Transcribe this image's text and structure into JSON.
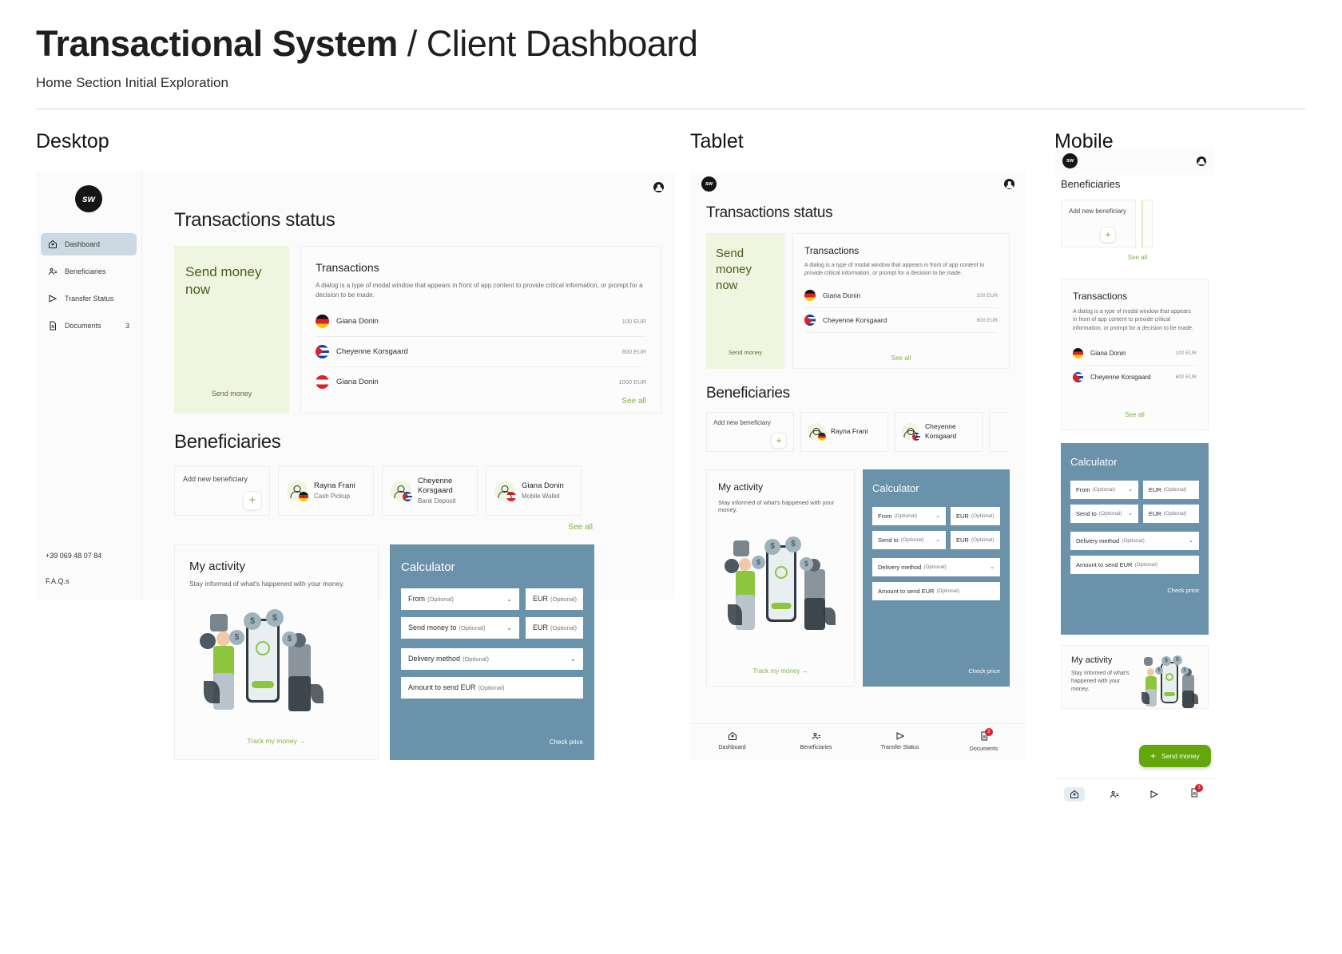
{
  "header": {
    "title_bold": "Transactional System",
    "title_thin": " / Client Dashboard",
    "subtitle": "Home Section Initial Exploration"
  },
  "columns": {
    "desktop": "Desktop",
    "tablet": "Tablet",
    "mobile": "Mobile"
  },
  "brand": {
    "logo_text": "sw",
    "accent_green": "#7cb342",
    "calc_blue": "#6a92ab",
    "promo_green": "#eef6df",
    "fab_green": "#64a70b"
  },
  "sidebar": {
    "items": [
      {
        "label": "Dashboard",
        "icon": "home-icon",
        "count": ""
      },
      {
        "label": "Beneficiaries",
        "icon": "people-icon",
        "count": ""
      },
      {
        "label": "Transfer Status",
        "icon": "send-icon",
        "count": ""
      },
      {
        "label": "Documents",
        "icon": "document-icon",
        "count": "3"
      }
    ],
    "phone": "+39 069 48 07 84",
    "faqs": "F.A.Q.s"
  },
  "sections": {
    "transactions_status": "Transactions status",
    "beneficiaries": "Beneficiaries"
  },
  "promo": {
    "title_desktop": "Send money now",
    "title_tablet": "Send money now",
    "cta": "Send money"
  },
  "transactions": {
    "title": "Transactions",
    "description": "A dialog is a type of modal window that appears in front of app content to provide critical information, or prompt for a decision to be made.",
    "see_all": "See all",
    "rows": [
      {
        "name": "Giana Donin",
        "amount": "100 EUR",
        "flag": "de"
      },
      {
        "name": "Cheyenne Korsgaard",
        "amount": "600 EUR",
        "flag": "cu"
      },
      {
        "name": "Giana Donin",
        "amount": "1000 EUR",
        "flag": "at"
      }
    ],
    "rows_tablet": [
      {
        "name": "Giana Donin",
        "amount": "100 EUR",
        "flag": "de"
      },
      {
        "name": "Cheyenne Korsgaard",
        "amount": "600 EUR",
        "flag": "cu"
      }
    ]
  },
  "beneficiaries": {
    "add_label": "Add new beneficiary",
    "add_label_mobile": "Add new beneficiary",
    "see_all": "See all",
    "plus": "+",
    "cards": [
      {
        "name": "Rayna Frani",
        "method": "Cash Pickup",
        "flag": "de"
      },
      {
        "name": "Cheyenne Korsgaard",
        "method": "Bank Deposit",
        "flag": "cu"
      },
      {
        "name": "Giana Donin",
        "method": "Mobile Wallet",
        "flag": "at"
      }
    ],
    "cards_tablet": [
      {
        "name": "Rayna Frani",
        "method": "",
        "flag": "de"
      },
      {
        "name": "Cheyenne Korsgaard",
        "method": "",
        "flag": "cu"
      }
    ]
  },
  "activity": {
    "title": "My activity",
    "description": "Stay informed of what's happened with your money.",
    "description_tablet": "Stay informed of what's happened with your money.",
    "description_mobile": "Stay informed of what's happened with your money.",
    "cta": "Track my money",
    "arrow": "→"
  },
  "calculator": {
    "title": "Calculator",
    "cta": "Check price",
    "optional": "(Optional)",
    "chevron": "⌄",
    "fields": {
      "from": "From",
      "send_to": "Send money to",
      "send_to_short": "Send to",
      "delivery": "Delivery method",
      "amount": "Amount to send EUR",
      "currency": "EUR"
    }
  },
  "bottom_nav": {
    "items": [
      {
        "label": "Dashboard",
        "icon": "home-icon",
        "badge": ""
      },
      {
        "label": "Beneficiaries",
        "icon": "people-icon",
        "badge": ""
      },
      {
        "label": "Transfer Status",
        "icon": "send-icon",
        "badge": ""
      },
      {
        "label": "Documents",
        "icon": "document-icon",
        "badge": "3"
      }
    ]
  },
  "mobile": {
    "send_money": "Send money",
    "plus": "+"
  }
}
